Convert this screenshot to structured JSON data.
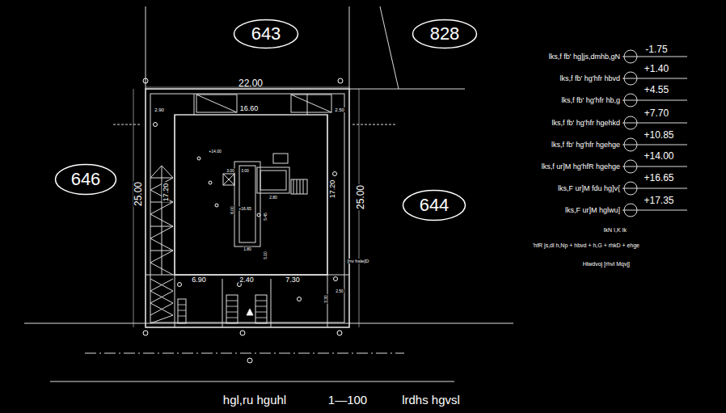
{
  "diagram": {
    "nodes": [
      {
        "text": [
          "643"
        ]
      },
      {
        "text": [
          "828"
        ]
      },
      {
        "text": [
          "646"
        ]
      },
      {
        "text": [
          "644"
        ]
      }
    ],
    "labels": [
      "22.00",
      "16.60",
      "2.90",
      "2.50",
      "25.00",
      "17.20",
      "17.20",
      "25.00",
      "+14.00",
      "+16.65",
      "3.00",
      "3.00",
      "2.80",
      "5.45",
      "6.00",
      "5.10",
      "1.80",
      "6.90",
      "2.40",
      "7.30",
      "3.30",
      "2.50",
      "[hv hsle]D",
      "-1.75",
      "+1.40",
      "+4.55",
      "+7.70",
      "+10.85",
      "+14.00",
      "+16.65",
      "+17.35",
      "lks,f fb' hg]js,dmhb,gN",
      "lks,f fb' hg'hfr hbvd",
      "lks,f fb' hg'hfr hb,g",
      "lks,f fb' hg'hfr hgehkd",
      "lks,f fb' hg'hfr hgehge",
      "lks,f ur]M hg'hfR hgehge",
      "lks,F ur]M fdu hg]v{",
      "lks,F ur]M hglwu]",
      "IkN I,K Ik",
      "'hfR js,dl h,Np + hbvd + h,G + rhkD + ehge",
      "Hiwdvoj [rhvl Mqvj]",
      "lrdhs hgvsl",
      "1—100",
      "hgl,ru hguhl"
    ]
  }
}
